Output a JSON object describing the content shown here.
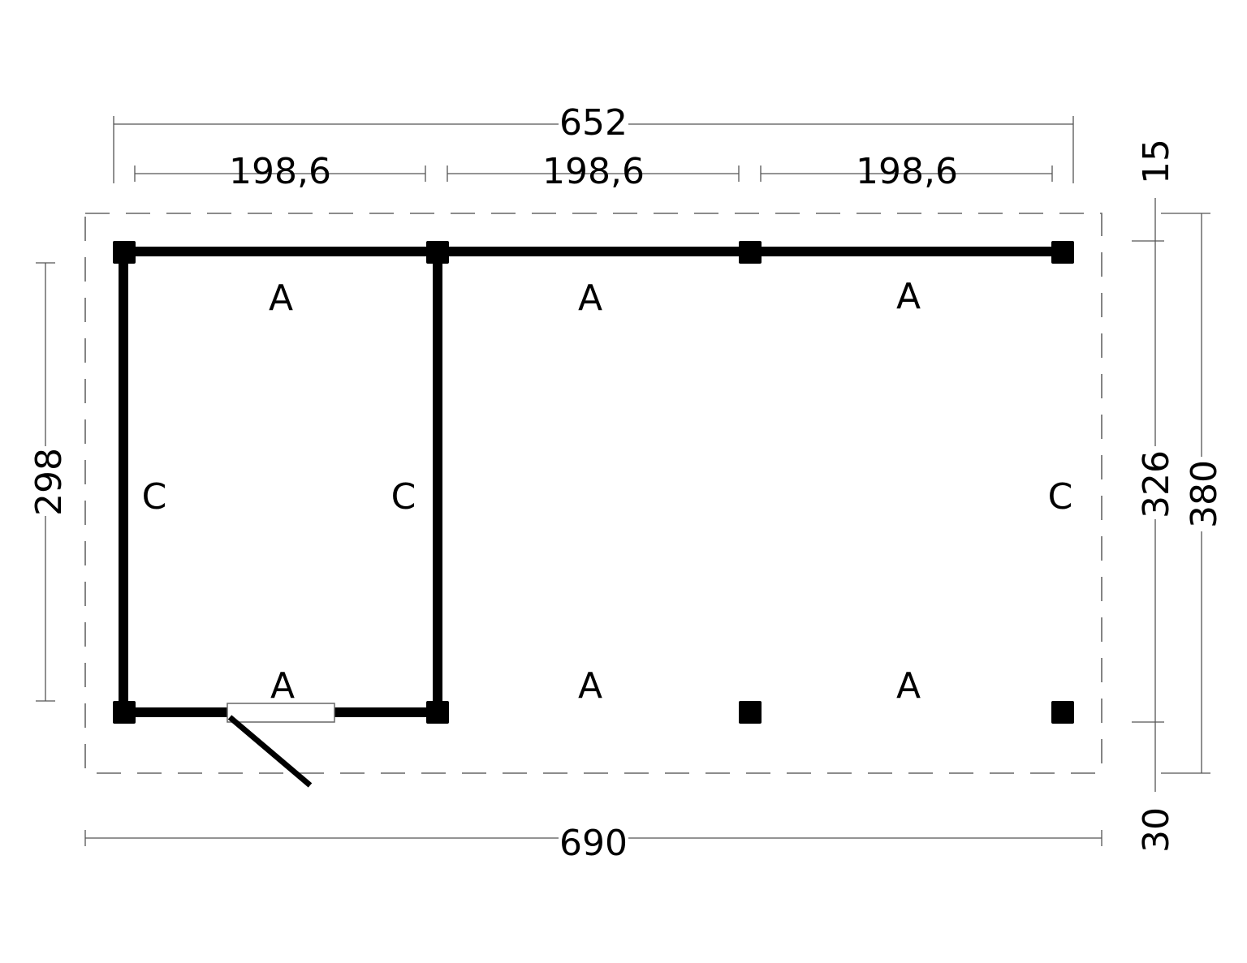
{
  "diagram": {
    "type": "floor-plan",
    "dimensions": {
      "overall_top": "652",
      "segment_1": "198,6",
      "segment_2": "198,6",
      "segment_3": "198,6",
      "overall_bottom": "690",
      "left_height": "298",
      "right_offset_top": "15",
      "right_inner_height": "326",
      "right_outer_height": "380",
      "right_offset_bottom": "30"
    },
    "wall_labels": {
      "top_1": "A",
      "top_2": "A",
      "top_3": "A",
      "bottom_1": "A",
      "bottom_2": "A",
      "bottom_3": "A",
      "left": "C",
      "middle": "C",
      "right": "C"
    },
    "colors": {
      "wall": "#000000",
      "dimension_line": "#555555",
      "roof_outline": "#666666",
      "background": "#ffffff"
    }
  }
}
